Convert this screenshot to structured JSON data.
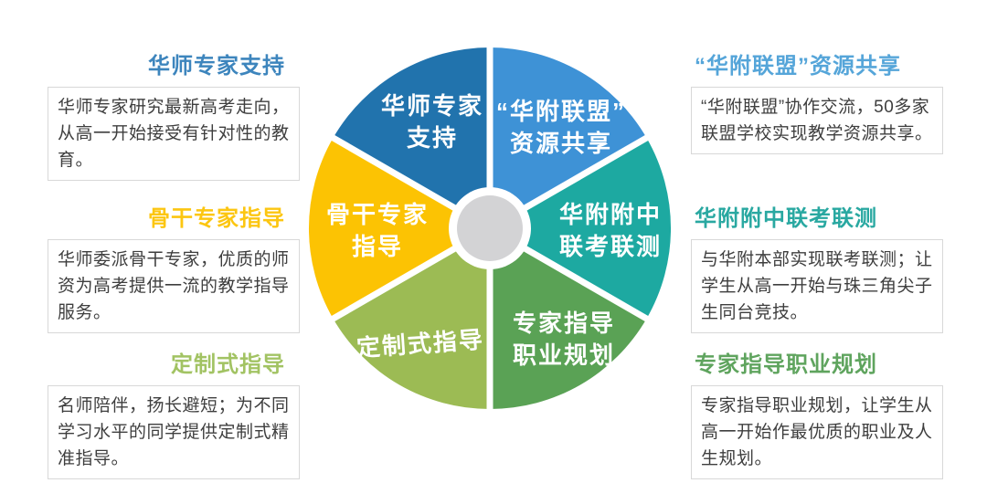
{
  "pie": {
    "gap_color": "#ffffff",
    "center_color": "#d3d3d5",
    "segments": [
      {
        "name": "huashi-expert-support",
        "lines": [
          "华师专家",
          "支持"
        ],
        "color": "#2173ad"
      },
      {
        "name": "huafu-alliance-resources",
        "lines": [
          "“华附联盟”",
          "资源共享"
        ],
        "color": "#3e92d6"
      },
      {
        "name": "huafu-joint-exams",
        "lines": [
          "华附附中",
          "联考联测"
        ],
        "color": "#1da9a1"
      },
      {
        "name": "expert-career-planning",
        "lines": [
          "专家指导",
          "职业规划"
        ],
        "color": "#5aa255"
      },
      {
        "name": "customized-guidance",
        "lines": [
          "定制式指导"
        ],
        "color": "#9cbb54"
      },
      {
        "name": "backbone-expert-guidance",
        "lines": [
          "骨干专家",
          "指导"
        ],
        "color": "#fcc303"
      }
    ]
  },
  "panels": {
    "left": [
      {
        "title": "华师专家支持",
        "title_color": "#3d85bd",
        "body": "华师专家研究最新高考走向，从高一开始接受有针对性的教育。"
      },
      {
        "title": "骨干专家指导",
        "title_color": "#fcc611",
        "body": "华师委派骨干专家，优质的师资为高考提供一流的教学指导服务。"
      },
      {
        "title": "定制式指导",
        "title_color": "#a2c363",
        "body": "名师陪伴，扬长避短；为不同学习水平的同学提供定制式精准指导。"
      }
    ],
    "right": [
      {
        "title": "“华附联盟”资源共享",
        "title_color": "#55a5d9",
        "body": "“华附联盟”协作交流，50多家联盟学校实现教学资源共享。"
      },
      {
        "title": "华附附中联考联测",
        "title_color": "#29a8a1",
        "body": "与华附本部实现联考联测；让学生从高一开始与珠三角尖子生同台竞技。"
      },
      {
        "title": "专家指导职业规划",
        "title_color": "#5fa45e",
        "body": "专家指导职业规划，让学生从高一开始作最优质的职业及人生规划。"
      }
    ]
  }
}
